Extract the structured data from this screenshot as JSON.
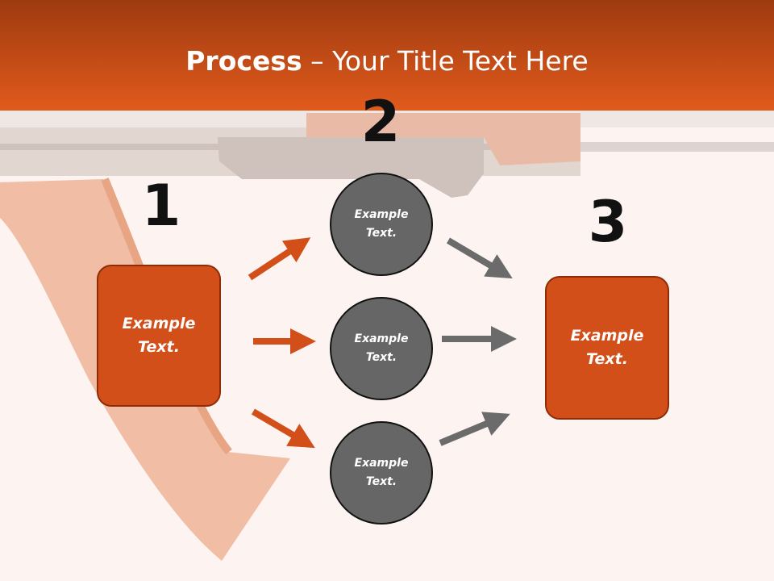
{
  "title": {
    "bold": "Process",
    "rest": " – Your Title Text Here"
  },
  "steps": {
    "n1": "1",
    "n2": "2",
    "n3": "3"
  },
  "left_box": {
    "line1": "Example",
    "line2": "Text."
  },
  "right_box": {
    "line1": "Example",
    "line2": "Text."
  },
  "circles": [
    {
      "line1": "Example",
      "line2": "Text."
    },
    {
      "line1": "Example",
      "line2": "Text."
    },
    {
      "line1": "Example",
      "line2": "Text."
    }
  ],
  "colors": {
    "header": "#d14e17",
    "accent": "#d24f1a",
    "box_border": "#8f2c08",
    "circle": "#666666",
    "gray_arrow": "#6b6b6b",
    "background": "#fdf4f1"
  }
}
